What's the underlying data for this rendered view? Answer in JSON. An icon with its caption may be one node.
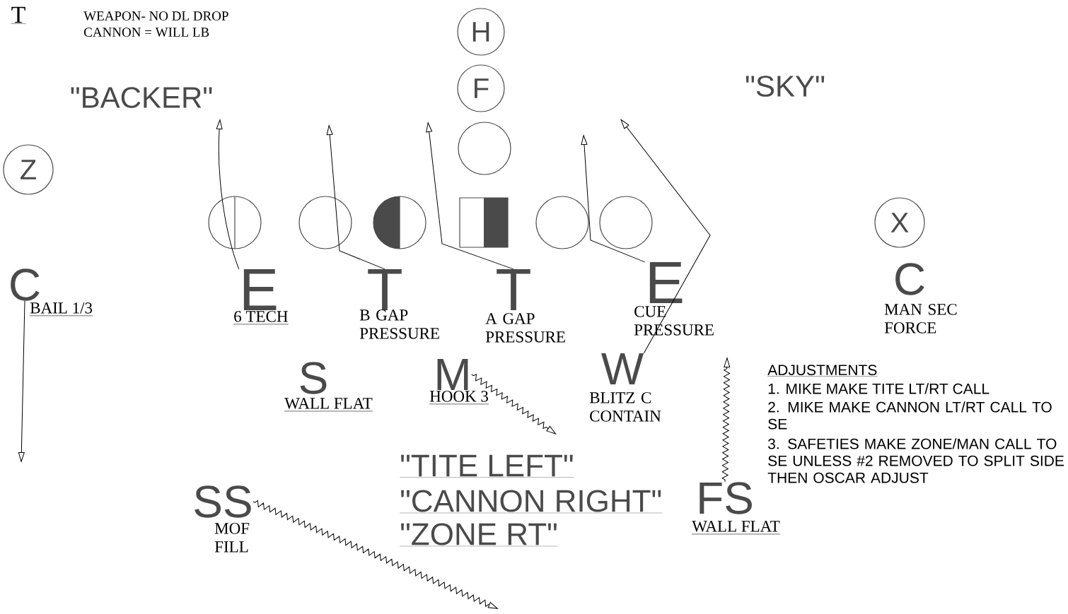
{
  "diagram": {
    "nodes": [
      {
        "text": [
          "H"
        ]
      },
      {
        "text": [
          "F"
        ]
      },
      {
        "text": [],
        "shape": "circle"
      },
      {
        "text": [
          "Z"
        ]
      },
      {
        "text": [
          "X"
        ]
      },
      {
        "text": [],
        "shape": "circle"
      },
      {
        "text": [],
        "shape": "circle"
      },
      {
        "text": [],
        "shape": "circle"
      },
      {
        "text": [],
        "shape": "box"
      },
      {
        "text": [],
        "shape": "circle"
      },
      {
        "text": [],
        "shape": "circle"
      },
      {
        "text": [
          "E"
        ],
        "beside": [
          "6 TECH"
        ]
      },
      {
        "text": [
          "T"
        ],
        "beside": [
          "B GAP PRESSURE"
        ]
      },
      {
        "text": [
          "T"
        ],
        "beside": [
          "A GAP PRESSURE"
        ]
      },
      {
        "text": [
          "E"
        ],
        "beside": [
          "CUE PRESSURE"
        ]
      },
      {
        "text": [
          "S"
        ],
        "beside": [
          "WALL FLAT"
        ]
      },
      {
        "text": [
          "M"
        ],
        "beside": [
          "HOOK 3"
        ]
      },
      {
        "text": [
          "W"
        ],
        "beside": [
          "BLITZ C CONTAIN"
        ]
      },
      {
        "text": [
          "C"
        ],
        "beside": [
          "BAIL 1/3"
        ]
      },
      {
        "text": [
          "C"
        ],
        "beside": [
          "MAN SEC FORCE"
        ]
      },
      {
        "text": [
          "SS"
        ],
        "beside": [
          "MOF FILL"
        ]
      },
      {
        "text": [
          "FS"
        ],
        "beside": [
          "WALL FLAT"
        ]
      }
    ],
    "edges": [
      {
        "from": 11,
        "to": null,
        "arrow": "to"
      },
      {
        "from": 12,
        "to": null,
        "arrow": "to"
      },
      {
        "from": 13,
        "to": null,
        "arrow": "to"
      },
      {
        "from": 14,
        "to": null,
        "arrow": "to"
      },
      {
        "from": 17,
        "to": null,
        "arrow": "to"
      },
      {
        "from": 16,
        "to": null,
        "arrow": "to"
      },
      {
        "from": 18,
        "to": null,
        "arrow": "to"
      },
      {
        "from": 20,
        "to": null,
        "arrow": "to"
      },
      {
        "from": 21,
        "to": null,
        "arrow": "to"
      }
    ],
    "labels": [
      "T",
      "WEAPON- NO DL DROP",
      "CANNON = WILL LB",
      "\"BACKER\"",
      "\"SKY\"",
      "\"TITE LEFT\"",
      "\"CANNON RIGHT\"",
      "\"ZONE RT\"",
      "ADJUSTMENTS",
      "1. MIKE MAKE TITE LT/RT CALL",
      "2. MIKE MAKE CANNON LT/RT CALL TO SE",
      "3. SAFETIES MAKE ZONE/MAN CALL TO SE UNLESS #2 REMOVED TO SPLIT SIDE THEN OSCAR ADJUST"
    ]
  }
}
